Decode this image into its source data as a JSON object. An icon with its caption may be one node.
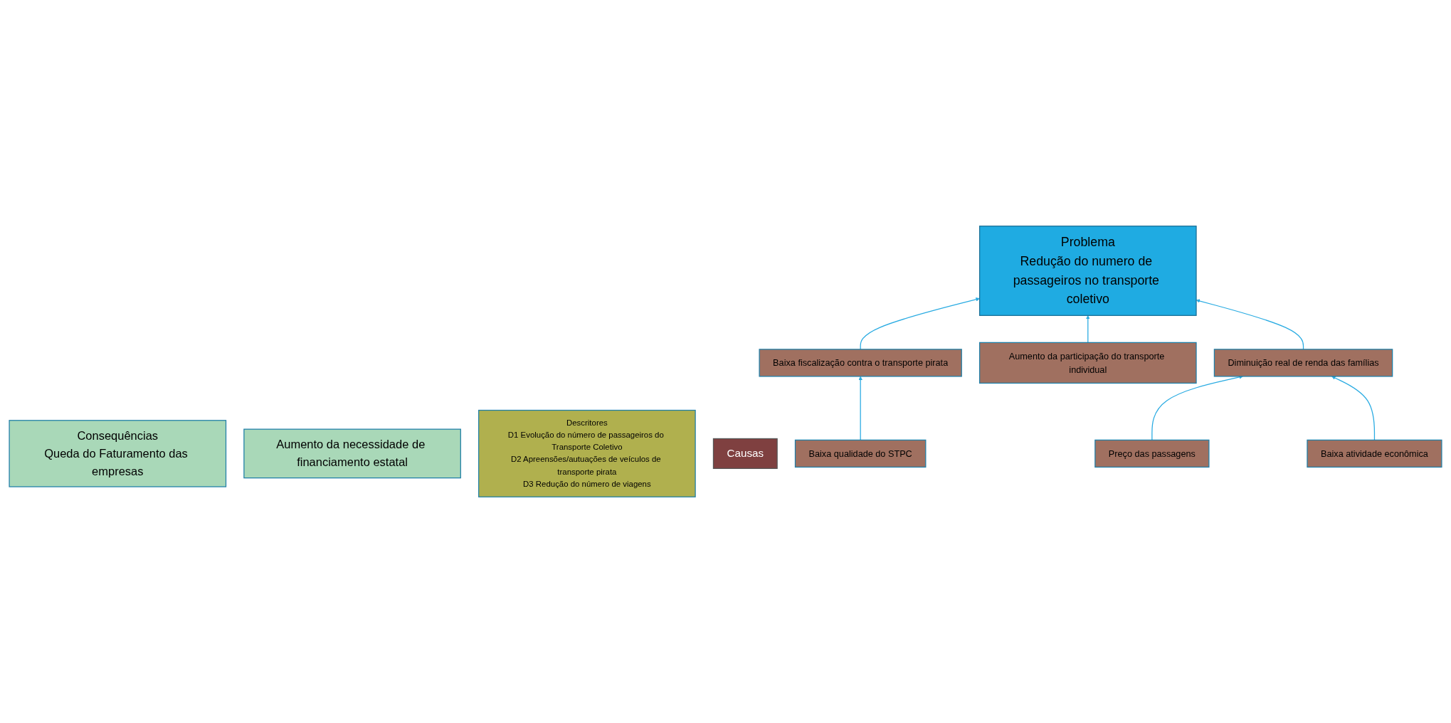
{
  "diagram": {
    "nodes": [
      {
        "text": [
          "Consequências",
          "Queda do Faturamento das empresas"
        ]
      },
      {
        "text": [
          "Aumento da necessidade de financiamento estatal"
        ]
      },
      {
        "text": [
          "Problema",
          "Redução do numero de passageiros no transporte coletivo"
        ]
      },
      {
        "text": [
          "Descritores",
          "D1 Evolução do número de passageiros do Transporte Coletivo",
          "D2 Apreensões/autuações de veículos de transporte pirata",
          "D3 Redução do número de viagens"
        ]
      },
      {
        "text": [
          "Causas"
        ]
      },
      {
        "text": [
          "Baixa fiscalização contra o transporte pirata"
        ]
      },
      {
        "text": [
          "Aumento da participação do transporte individual"
        ]
      },
      {
        "text": [
          "Diminuição real de renda das famílias"
        ]
      },
      {
        "text": [
          "Baixa qualidade do STPC"
        ]
      },
      {
        "text": [
          "Preço das passagens"
        ]
      },
      {
        "text": [
          "Baixa atividade econômica"
        ]
      }
    ],
    "edges": [
      {
        "from": 5,
        "to": 2,
        "arrow": "to"
      },
      {
        "from": 6,
        "to": 2,
        "arrow": "to"
      },
      {
        "from": 7,
        "to": 2,
        "arrow": "to"
      },
      {
        "from": 8,
        "to": 5,
        "arrow": "to"
      },
      {
        "from": 9,
        "to": 7,
        "arrow": "to"
      },
      {
        "from": 10,
        "to": 7,
        "arrow": "to"
      }
    ]
  }
}
